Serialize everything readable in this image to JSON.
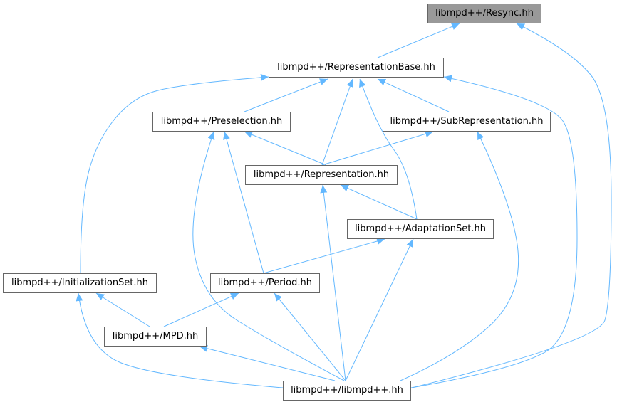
{
  "colors": {
    "edge": "#63b8ff",
    "node_border": "#666666",
    "root_fill": "#999999",
    "node_fill": "#ffffff"
  },
  "nodes": {
    "resync": "libmpd++/Resync.hh",
    "representation_base": "libmpd++/RepresentationBase.hh",
    "preselection": "libmpd++/Preselection.hh",
    "sub_representation": "libmpd++/SubRepresentation.hh",
    "representation": "libmpd++/Representation.hh",
    "adaptation_set": "libmpd++/AdaptationSet.hh",
    "initialization_set": "libmpd++/InitializationSet.hh",
    "period": "libmpd++/Period.hh",
    "mpd": "libmpd++/MPD.hh",
    "libmpdpp": "libmpd++/libmpd++.hh"
  },
  "edges": [
    {
      "from": "representation_base",
      "to": "resync"
    },
    {
      "from": "libmpdpp",
      "to": "resync"
    },
    {
      "from": "preselection",
      "to": "representation_base"
    },
    {
      "from": "sub_representation",
      "to": "representation_base"
    },
    {
      "from": "representation",
      "to": "representation_base"
    },
    {
      "from": "adaptation_set",
      "to": "representation_base"
    },
    {
      "from": "initialization_set",
      "to": "representation_base"
    },
    {
      "from": "libmpdpp",
      "to": "representation_base"
    },
    {
      "from": "representation",
      "to": "preselection"
    },
    {
      "from": "period",
      "to": "preselection"
    },
    {
      "from": "libmpdpp",
      "to": "preselection"
    },
    {
      "from": "representation",
      "to": "sub_representation"
    },
    {
      "from": "libmpdpp",
      "to": "sub_representation"
    },
    {
      "from": "adaptation_set",
      "to": "representation"
    },
    {
      "from": "libmpdpp",
      "to": "representation"
    },
    {
      "from": "period",
      "to": "adaptation_set"
    },
    {
      "from": "libmpdpp",
      "to": "adaptation_set"
    },
    {
      "from": "mpd",
      "to": "initialization_set"
    },
    {
      "from": "libmpdpp",
      "to": "initialization_set"
    },
    {
      "from": "mpd",
      "to": "period"
    },
    {
      "from": "libmpdpp",
      "to": "period"
    },
    {
      "from": "libmpdpp",
      "to": "mpd"
    }
  ]
}
